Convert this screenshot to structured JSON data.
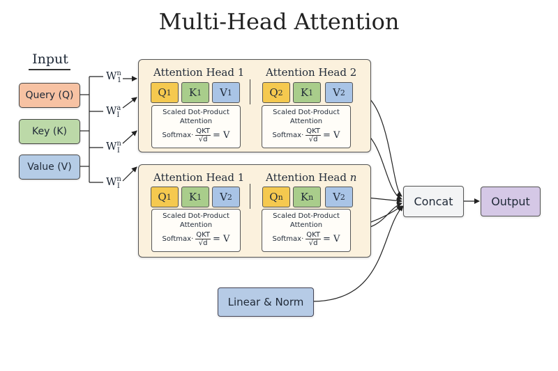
{
  "title": "Multi-Head Attention",
  "input": {
    "label": "Input",
    "query": "Query (Q)",
    "key": "Key (K)",
    "value": "Value (V)"
  },
  "weights": [
    {
      "base": "W",
      "sup": "n",
      "sub": "1"
    },
    {
      "base": "W",
      "sup": "a",
      "sub": "I"
    },
    {
      "base": "W",
      "sup": "n",
      "sub": "I"
    },
    {
      "base": "W",
      "sup": "n",
      "sub": "I"
    }
  ],
  "panels": [
    {
      "heads": [
        {
          "title": "Attention Head 1",
          "title_em": "",
          "q": {
            "base": "Q",
            "sub": "1"
          },
          "k": {
            "base": "K",
            "sub": "1"
          },
          "v": {
            "base": "V",
            "sub": "1"
          }
        },
        {
          "title": "Attention Head 2",
          "title_em": "",
          "q": {
            "base": "Q",
            "sub": "2"
          },
          "k": {
            "base": "K",
            "sub": "1"
          },
          "v": {
            "base": "V",
            "sub": "2"
          }
        }
      ]
    },
    {
      "heads": [
        {
          "title": "Attention Head 1",
          "title_em": "",
          "q": {
            "base": "Q",
            "sub": "1"
          },
          "k": {
            "base": "K",
            "sub": "1"
          },
          "v": {
            "base": "V",
            "sub": "2"
          }
        },
        {
          "title": "Attention Head ",
          "title_em": "n",
          "q": {
            "base": "Q",
            "sub": "n"
          },
          "k": {
            "base": "K",
            "sub": "n"
          },
          "v": {
            "base": "V",
            "sub": "2"
          }
        }
      ]
    }
  ],
  "sdpa": {
    "line1": "Scaled Dot-Product",
    "line2": "Attention",
    "softmax": "Softmax·",
    "numerator": "QKT",
    "denominator": "√d",
    "equals": "= V"
  },
  "concat": "Concat",
  "output": "Output",
  "linear_norm": "Linear & Norm",
  "colors": {
    "query": "#f7c2a3",
    "key": "#bcd9a8",
    "value": "#b5cce6",
    "q_cell": "#f5c94f",
    "k_cell": "#a9cd8b",
    "v_cell": "#a9c4e6",
    "panel": "#fbf1dd",
    "concat": "#f3f4f5",
    "output": "#d5c8e6",
    "linear_norm": "#b6cbe6"
  }
}
